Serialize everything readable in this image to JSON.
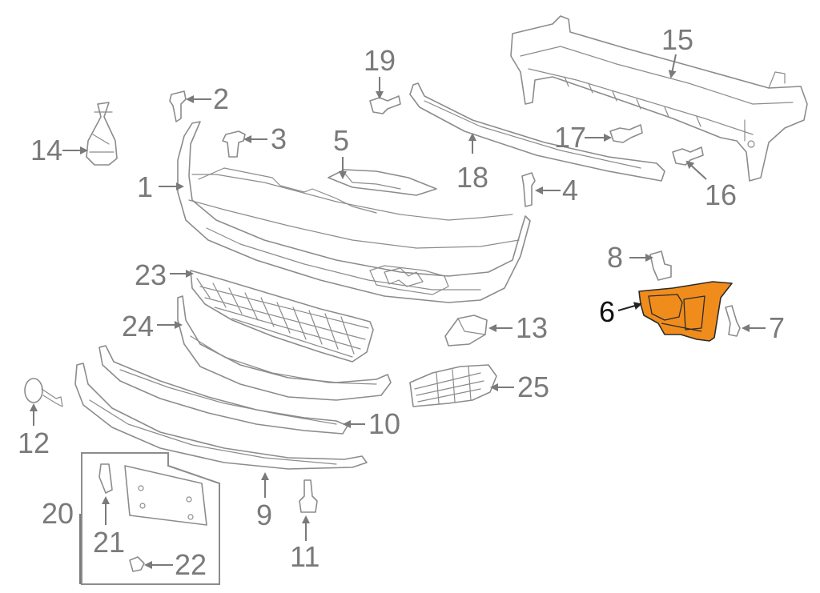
{
  "diagram": {
    "highlight_color": "#f08c1c",
    "label_color": "#7a7a7a",
    "highlighted_callout": "6",
    "callouts": [
      "1",
      "2",
      "3",
      "4",
      "5",
      "6",
      "7",
      "8",
      "9",
      "10",
      "11",
      "12",
      "13",
      "14",
      "15",
      "16",
      "17",
      "18",
      "19",
      "20",
      "21",
      "22",
      "23",
      "24",
      "25"
    ]
  }
}
